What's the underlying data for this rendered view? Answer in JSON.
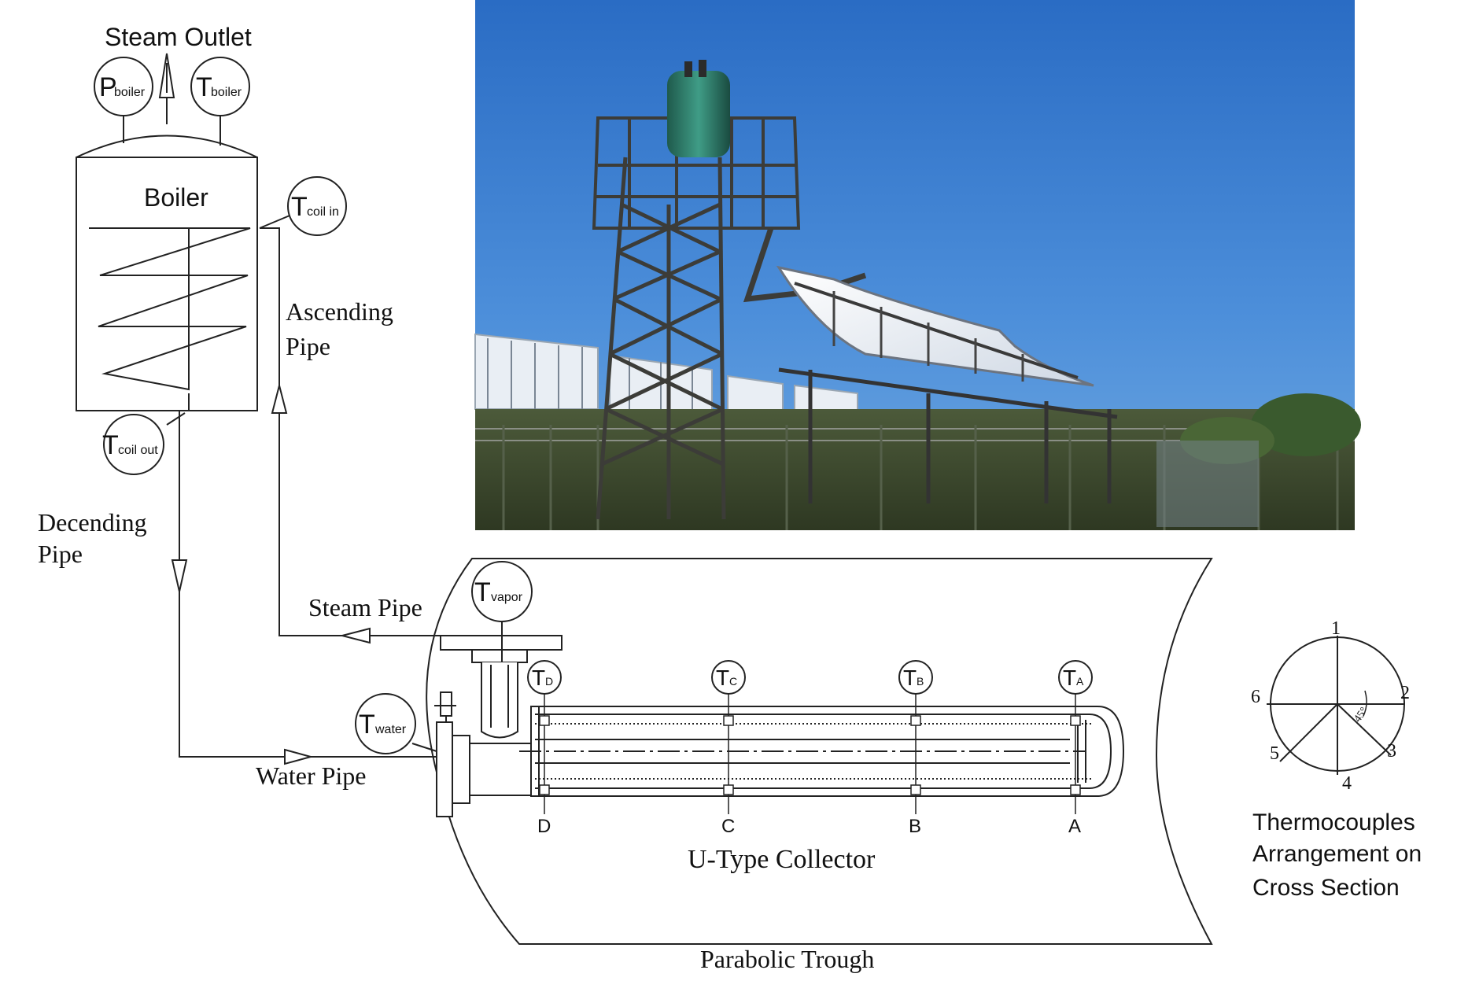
{
  "boiler": {
    "title": "Boiler",
    "steam_outlet": "Steam Outlet",
    "gauges": {
      "p_boiler": {
        "main": "P",
        "sub": "boiler"
      },
      "t_boiler": {
        "main": "T",
        "sub": "boiler"
      },
      "t_coil_in": {
        "main": "T",
        "sub": "coil in"
      },
      "t_coil_out": {
        "main": "T",
        "sub": "coil out"
      }
    }
  },
  "pipes": {
    "ascending_line1": "Ascending",
    "ascending_line2": "Pipe",
    "descending_line1": "Decending",
    "descending_line2": "Pipe",
    "steam": "Steam Pipe",
    "water": "Water Pipe"
  },
  "collector": {
    "title": "U-Type Collector",
    "trough": "Parabolic Trough",
    "t_water": {
      "main": "T",
      "sub": "water"
    },
    "t_vapor": {
      "main": "T",
      "sub": "vapor"
    },
    "sensors": [
      {
        "main": "T",
        "sub": "D",
        "station": "D"
      },
      {
        "main": "T",
        "sub": "C",
        "station": "C"
      },
      {
        "main": "T",
        "sub": "B",
        "station": "B"
      },
      {
        "main": "T",
        "sub": "A",
        "station": "A"
      }
    ]
  },
  "cross_section": {
    "points": [
      "1",
      "2",
      "3",
      "4",
      "5",
      "6"
    ],
    "angle": "45°",
    "caption_line1": "Thermocouples",
    "caption_line2": "Arrangement on",
    "caption_line3": "Cross Section"
  },
  "photo": {
    "sky_color": "#2f74c8"
  }
}
